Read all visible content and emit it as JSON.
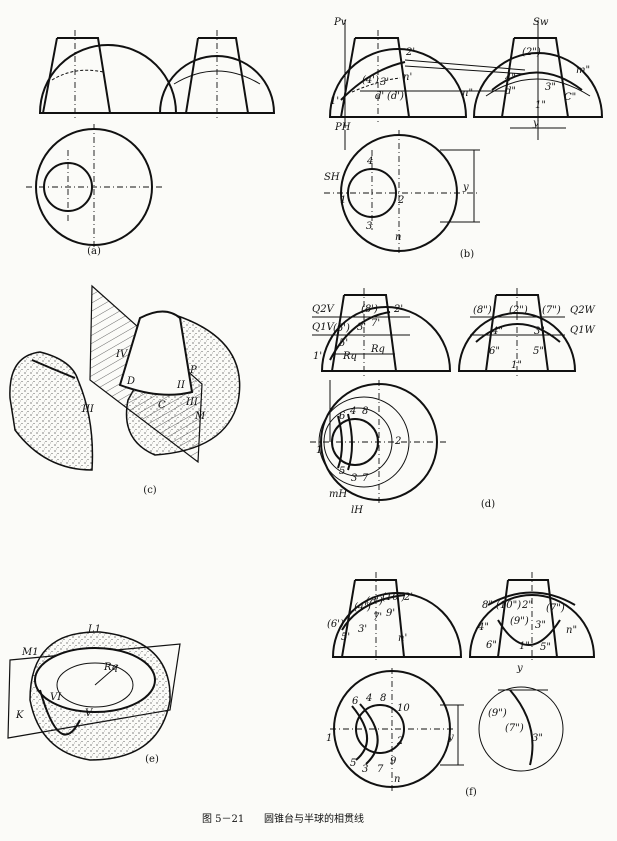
{
  "figure": {
    "caption_number": "图 5－21",
    "caption_title": "圆锥台与半球的相贯线"
  },
  "panels": {
    "a": {
      "label": "(a)"
    },
    "b": {
      "label": "(b)",
      "marks": [
        "Pv",
        "Sw",
        "2'",
        "(2\")",
        "(4')",
        "3'",
        "n'",
        "1'",
        "d'",
        "(d')",
        "4\"",
        "d\"",
        "3\"",
        "m\"",
        "C\"",
        "1\"",
        "n\"",
        "y",
        "PH",
        "SH",
        "4",
        "1",
        "2",
        "3",
        "n",
        "y"
      ]
    },
    "c": {
      "label": "(c)",
      "marks": [
        "IV",
        "D",
        "C",
        "II",
        "III",
        "P",
        "M",
        "III"
      ]
    },
    "d": {
      "label": "(d)",
      "marks": [
        "Q2V",
        "(8')",
        "2'",
        "Q1V",
        "(6')",
        "5'",
        "3'",
        "7'",
        "Rq",
        "Rq",
        "1'",
        "(8\")",
        "(2\")",
        "(7\")",
        "Q2W",
        "4\"",
        "3\"",
        "Q1W",
        "6\"",
        "5\"",
        "1\"",
        "6",
        "4",
        "8",
        "1",
        "2",
        "5",
        "3",
        "7",
        "mH",
        "lH"
      ]
    },
    "e": {
      "label": "(e)",
      "marks": [
        "L1",
        "M1",
        "Rq",
        "VI",
        "V",
        "K"
      ]
    },
    "f": {
      "label": "(f)",
      "marks": [
        "(6')",
        "(4')",
        "(8')",
        "(10')",
        "2'",
        "5'",
        "3'",
        "7'",
        "9'",
        "n'",
        "8\"",
        "(10\")",
        "2\"",
        "(7\")",
        "4\"",
        "(9\")",
        "3\"",
        "6\"",
        "1\"",
        "5\"",
        "n\"",
        "y",
        "6",
        "4",
        "8",
        "10",
        "1",
        "2",
        "5",
        "3",
        "7",
        "9",
        "n",
        "y",
        "(9\")",
        "(7\")",
        "3\""
      ]
    }
  }
}
